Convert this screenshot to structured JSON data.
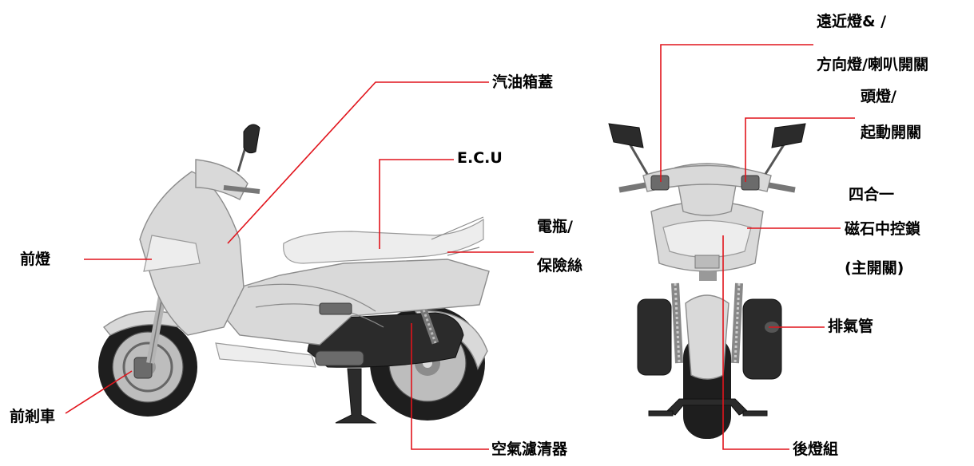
{
  "labels": {
    "headlight": "前燈",
    "fuel_cap": "汽油箱蓋",
    "ecu": "E.C.U",
    "battery": "電瓶/",
    "fuse": "保險絲",
    "front_brake": "前剎車",
    "air_filter": "空氣濾清器",
    "beam_switch_1": "遠近燈& /",
    "beam_switch_2": "方向燈/喇叭開關",
    "headlight_switch_1": "頭燈/",
    "headlight_switch_2": "起動開關",
    "lock_1": "四合一",
    "lock_2": "磁石中控鎖",
    "lock_3": "(主開關)",
    "exhaust": "排氣管",
    "tail_light": "後燈組"
  },
  "colors": {
    "leader_line": "#e1141c",
    "body": "#d9d9d9",
    "tire": "#1e1e1e"
  }
}
